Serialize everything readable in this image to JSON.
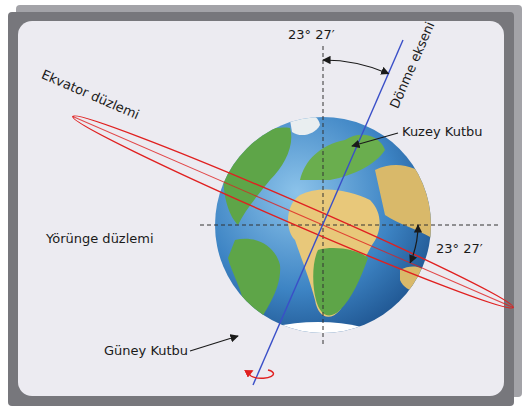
{
  "diagram": {
    "labels": [
      "23° 27′",
      "Dönme ekseni",
      "Kuzey Kutbu",
      "Ekvator düzlemi",
      "Yörünge düzlemi",
      "23° 27′",
      "Güney Kutbu"
    ]
  }
}
